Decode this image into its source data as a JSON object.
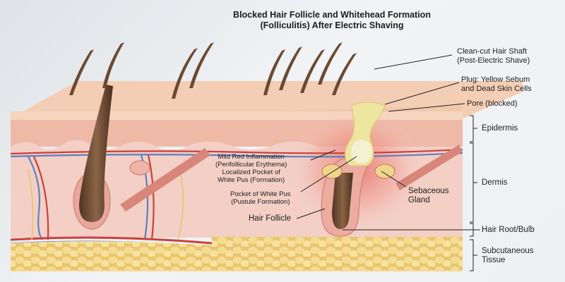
{
  "title": {
    "line1": "Blocked Hair Follicle and Whitehead Formation",
    "line2": "(Folliculitis) After Electric Shaving"
  },
  "callouts": {
    "hair_shaft": {
      "line1": "Clean-cut Hair Shaft",
      "line2": "(Post-Electric Shave)"
    },
    "plug": {
      "line1": "Plug: Yellow Sebum",
      "line2": "and Dead Skin Cells"
    },
    "pore": {
      "line1": "Pore (blocked)"
    },
    "inflammation": {
      "line1": "Mild Red Inflammation",
      "line2": "(Perifollicular Erythema)",
      "line3": "Localized Pocket of",
      "line4": "White Pus (Formation)"
    },
    "pus_pocket": {
      "line1": "Pocket of White Pus",
      "line2": "(Pustule Formation)"
    },
    "hair_follicle": {
      "line1": "Hair Follicle"
    },
    "sebaceous_gland": {
      "line1": "Sebaceous",
      "line2": "Gland"
    }
  },
  "layers": {
    "epidermis": "Epidermis",
    "dermis": "Dermis",
    "hair_root": "Hair Root/Bulb",
    "subcutaneous": {
      "line1": "Subcutaneous",
      "line2": "Tissue"
    }
  },
  "colors": {
    "skin_surface": "#f0c7ad",
    "epidermis": "#efb9a8",
    "dermis": "#f3cfc6",
    "fat": "#f2d98e",
    "hair": "#6b4a32",
    "vein": "#5d7fc0",
    "artery": "#c9413a",
    "sebum": "#eee5a0",
    "inflammation": "#e8605a"
  }
}
